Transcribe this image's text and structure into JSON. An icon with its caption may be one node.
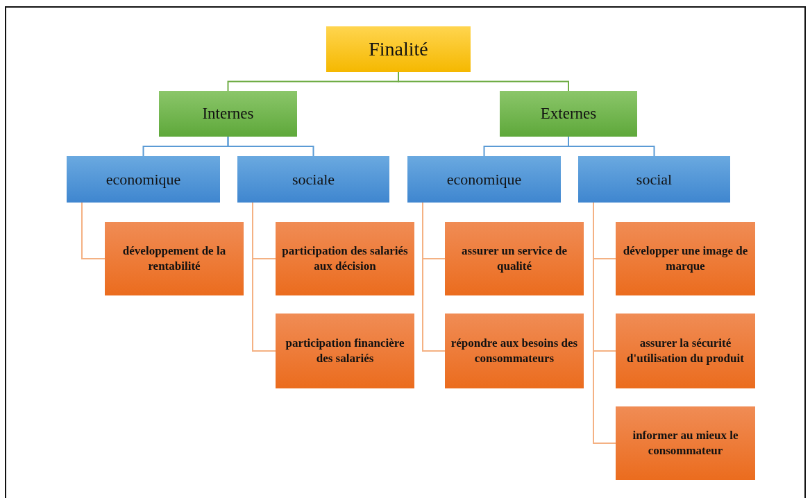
{
  "diagram": {
    "nodes": [
      {
        "text": [
          "Finalité"
        ]
      },
      {
        "text": [
          "Internes"
        ]
      },
      {
        "text": [
          "Externes"
        ]
      },
      {
        "text": [
          "economique"
        ]
      },
      {
        "text": [
          "sociale"
        ]
      },
      {
        "text": [
          "economique"
        ]
      },
      {
        "text": [
          "social"
        ]
      },
      {
        "text": [
          "développement de la rentabilité"
        ]
      },
      {
        "text": [
          "participation des salariés aux décision"
        ]
      },
      {
        "text": [
          "participation financière des salariés"
        ]
      },
      {
        "text": [
          "assurer un service de qualité"
        ]
      },
      {
        "text": [
          "répondre aux besoins des consommateurs"
        ]
      },
      {
        "text": [
          "développer une image de marque"
        ]
      },
      {
        "text": [
          "assurer la sécurité d'utilisation du produit"
        ]
      },
      {
        "text": [
          "informer au mieux le consommateur"
        ]
      }
    ],
    "edges": [
      {
        "from": 0,
        "to": 1,
        "arrow": "none",
        "color": "#70ad47"
      },
      {
        "from": 0,
        "to": 2,
        "arrow": "none",
        "color": "#70ad47"
      },
      {
        "from": 1,
        "to": 3,
        "arrow": "none",
        "color": "#5b9bd5"
      },
      {
        "from": 1,
        "to": 4,
        "arrow": "none",
        "color": "#5b9bd5"
      },
      {
        "from": 2,
        "to": 5,
        "arrow": "none",
        "color": "#5b9bd5"
      },
      {
        "from": 2,
        "to": 6,
        "arrow": "none",
        "color": "#5b9bd5"
      },
      {
        "from": 3,
        "to": 7,
        "arrow": "none"
      },
      {
        "from": 4,
        "to": 8,
        "arrow": "none"
      },
      {
        "from": 4,
        "to": 9,
        "arrow": "none"
      },
      {
        "from": 5,
        "to": 10,
        "arrow": "none"
      },
      {
        "from": 5,
        "to": 11,
        "arrow": "none"
      },
      {
        "from": 6,
        "to": 12,
        "arrow": "none"
      },
      {
        "from": 6,
        "to": 13,
        "arrow": "none"
      },
      {
        "from": 6,
        "to": 14,
        "arrow": "none"
      }
    ]
  }
}
